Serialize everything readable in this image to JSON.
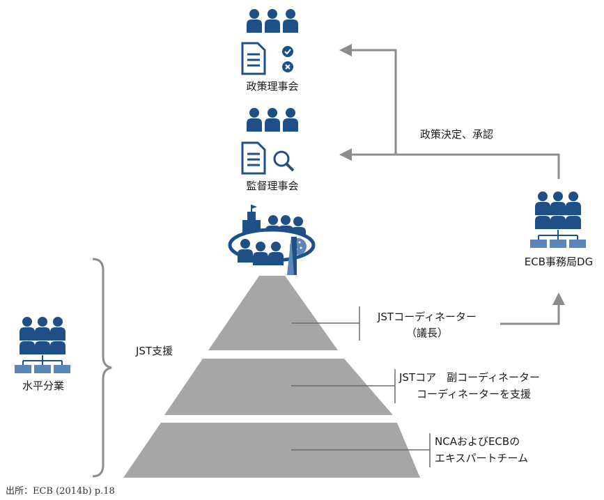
{
  "governing_council": {
    "label": "政策理事会",
    "icon": "people-doc-check-cross-icon"
  },
  "supervisory_board": {
    "label": "監督理事会",
    "icon": "people-doc-magnifier-icon"
  },
  "arrow_label": "政策決定、承認",
  "ecb_dg": {
    "label": "ECB事務局DG",
    "icon": "org-chart-people-icon"
  },
  "left_group": {
    "label": "水平分業",
    "icon": "org-chart-people-icon"
  },
  "jst_support": "JST支援",
  "pyramid": {
    "tiers": [
      {
        "line1": "JSTコーディネーター",
        "line2": "（議長）"
      },
      {
        "line1": "JSTコア　副コーディネーター",
        "line2": "コーディネーターを支援"
      },
      {
        "line1": "NCAおよびECBの",
        "line2": "エキスパートチーム"
      }
    ]
  },
  "source": "出所：ECB (2014b) p.18",
  "colors": {
    "navy": "#1e4f86",
    "light_blue": "#5b87b8",
    "gray": "#a6a6a6",
    "arrow": "#8c8c8c"
  }
}
